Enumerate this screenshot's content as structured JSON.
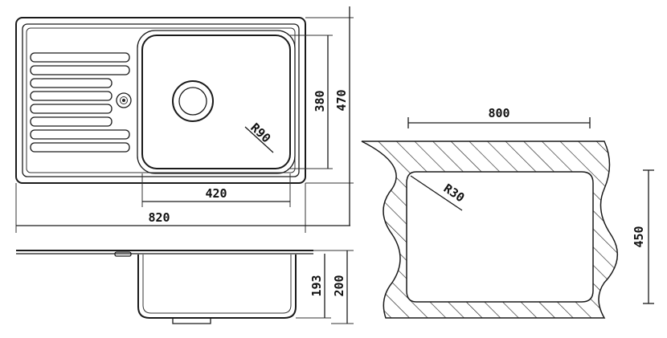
{
  "dimensions": {
    "overall_width": "820",
    "overall_depth": "470",
    "bowl_width": "420",
    "bowl_length": "380",
    "bowl_corner_radius": "R90",
    "cutout_width": "800",
    "cutout_depth": "450",
    "cutout_corner_radius": "R30",
    "bowl_depth_inner": "193",
    "bowl_depth_outer": "200"
  }
}
